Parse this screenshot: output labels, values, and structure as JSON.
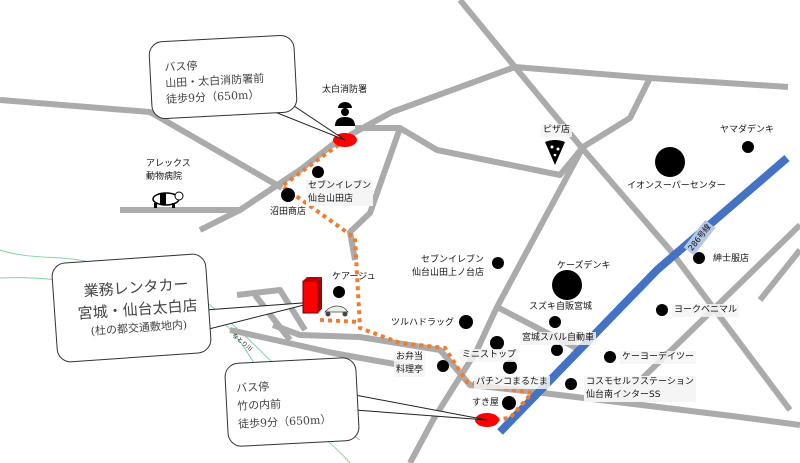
{
  "callouts": {
    "bus_stop_1": {
      "line1": "バス停",
      "line2": "山田・太白消防署前",
      "line3": "徒歩9分（650m）"
    },
    "company": {
      "line1": "業務レンタカー",
      "line2": "宮城・仙台太白店",
      "line3": "(杜の都交通敷地内)"
    },
    "bus_stop_2": {
      "line1": "バス停",
      "line2": "竹の内前",
      "line3": "徒歩9分（650m）"
    }
  },
  "landmarks": {
    "fire_station": "太白消防署",
    "pizza": "ピザ店",
    "yamada_denki": "ヤマダデンキ",
    "aeon": "イオンスーパーセンター",
    "alex_1": "アレックス",
    "alex_2": "動物病院",
    "seven_yamada_1": "セブンイレブン",
    "seven_yamada_2": "仙台山田店",
    "numata": "沼田商店",
    "seven_kaminodai_1": "セブンイレブン",
    "seven_kaminodai_2": "仙台山田上ノ台店",
    "kezu": "ケーズデンキ",
    "shinshi": "紳士服店",
    "suzuki": "スズキ自販宮城",
    "york": "ヨークベニマル",
    "tsuruha": "ツルハドラッグ",
    "subaru": "宮城スバル自動車",
    "ministop": "ミニストップ",
    "bento_1": "お弁当",
    "bento_2": "料理亭",
    "keiyo": "ケーヨーデイツー",
    "pachinko": "パチンコまるたま",
    "cosmo_1": "コスモセルフステーション",
    "cosmo_2": "仙台南インターSS",
    "sukiya": "すき屋",
    "careju": "ケアージュ"
  },
  "road_label": "286号線",
  "river_label": "なとり川",
  "colors": {
    "road": "#ababab",
    "highway": "#4472c4",
    "route": "#ed7d31",
    "bus_stop": "#ff0000",
    "river": "#3cb371"
  }
}
